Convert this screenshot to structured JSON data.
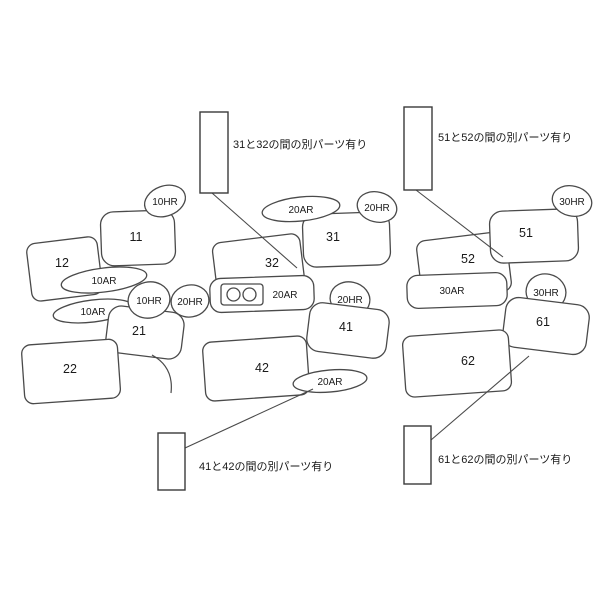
{
  "colors": {
    "line_color": "#4a4a4a",
    "text_color": "#1a1a1a",
    "background": "#ffffff"
  },
  "labels": {
    "front_seats": {
      "headrest_top": "10HR",
      "back_right": "11",
      "back_left": "12",
      "armrest_upper": "10AR",
      "armrest_lower": "10AR",
      "headrest_mid": "10HR",
      "cushion_right": "21",
      "cushion_left": "22"
    },
    "second_row": {
      "armrest_top": "20AR",
      "headrest_top": "20HR",
      "back_right": "31",
      "back_left": "32",
      "armrest_center": "20AR",
      "headrest_left": "20HR",
      "headrest_right": "20HR",
      "cushion_right": "41",
      "cushion_left": "42",
      "armrest_bottom": "20AR"
    },
    "third_row": {
      "headrest_top": "30HR",
      "back_right": "51",
      "back_left": "52",
      "armrest_center": "30AR",
      "headrest_mid": "30HR",
      "cushion_right": "61",
      "cushion_left": "62"
    }
  },
  "notes": {
    "between_31_32": "31と32の間の別パーツ有り",
    "between_51_52": "51と52の間の別パーツ有り",
    "between_41_42": "41と42の間の別パーツ有り",
    "between_61_62": "61と62の間の別パーツ有り"
  }
}
